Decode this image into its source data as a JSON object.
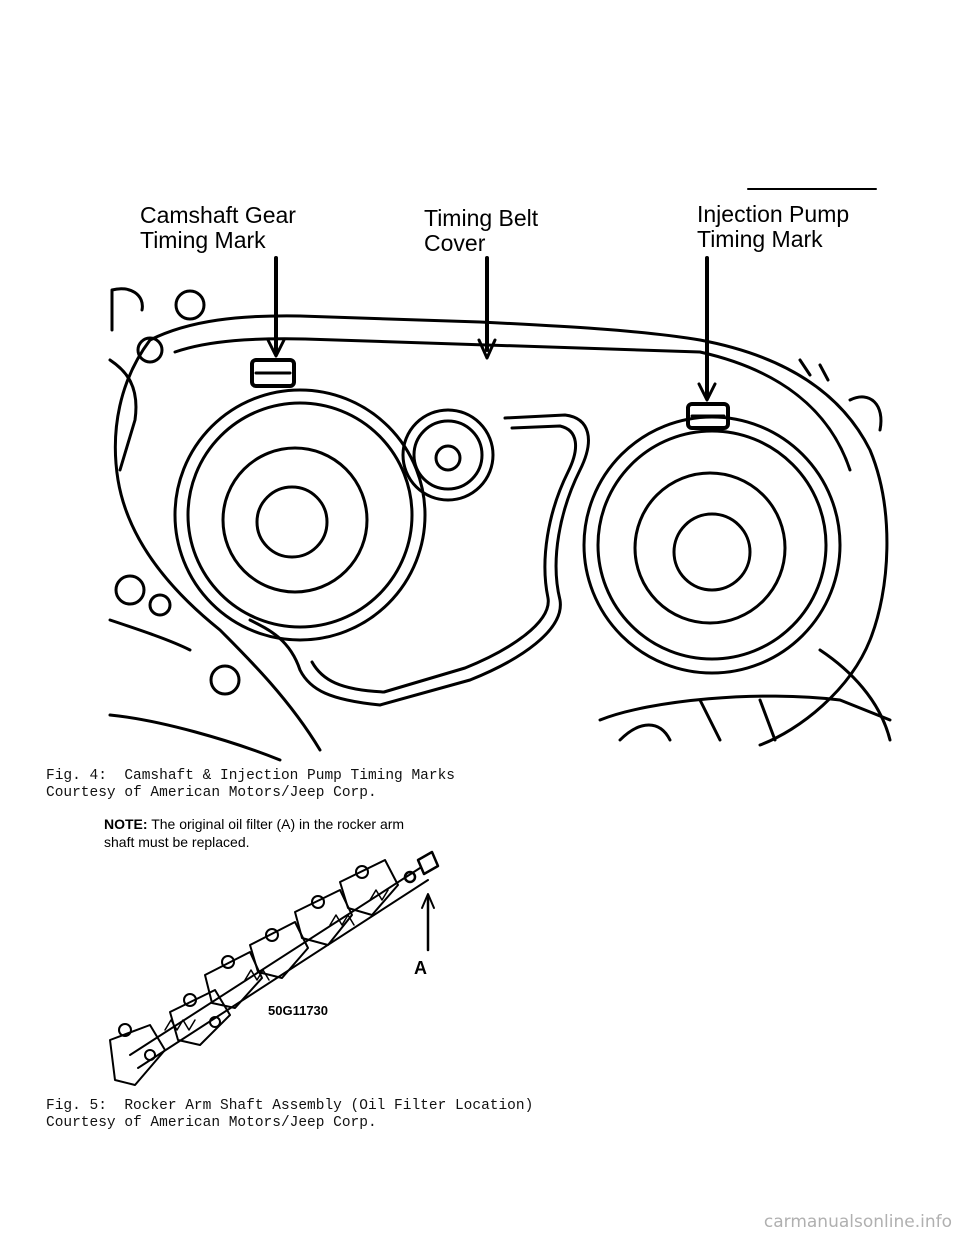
{
  "figure4": {
    "callouts": {
      "camshaft_line1": "Camshaft Gear",
      "camshaft_line2": "Timing Mark",
      "belt_line1": "Timing Belt",
      "belt_line2": "Cover",
      "pump_line1": "Injection Pump",
      "pump_line2": "Timing Mark"
    },
    "caption_line1": "Fig. 4:  Camshaft & Injection Pump Timing Marks",
    "caption_line2": "Courtesy of American Motors/Jeep Corp."
  },
  "figure5": {
    "note_prefix": "NOTE:",
    "note_text": " The original oil filter (A) in the rocker arm",
    "note_text2": "shaft must be replaced.",
    "label_a": "A",
    "part_code": "50G11730",
    "caption_line1": "Fig. 5:  Rocker Arm Shaft Assembly (Oil Filter Location)",
    "caption_line2": "Courtesy of American Motors/Jeep Corp."
  },
  "watermark": "carmanualsonline.info"
}
